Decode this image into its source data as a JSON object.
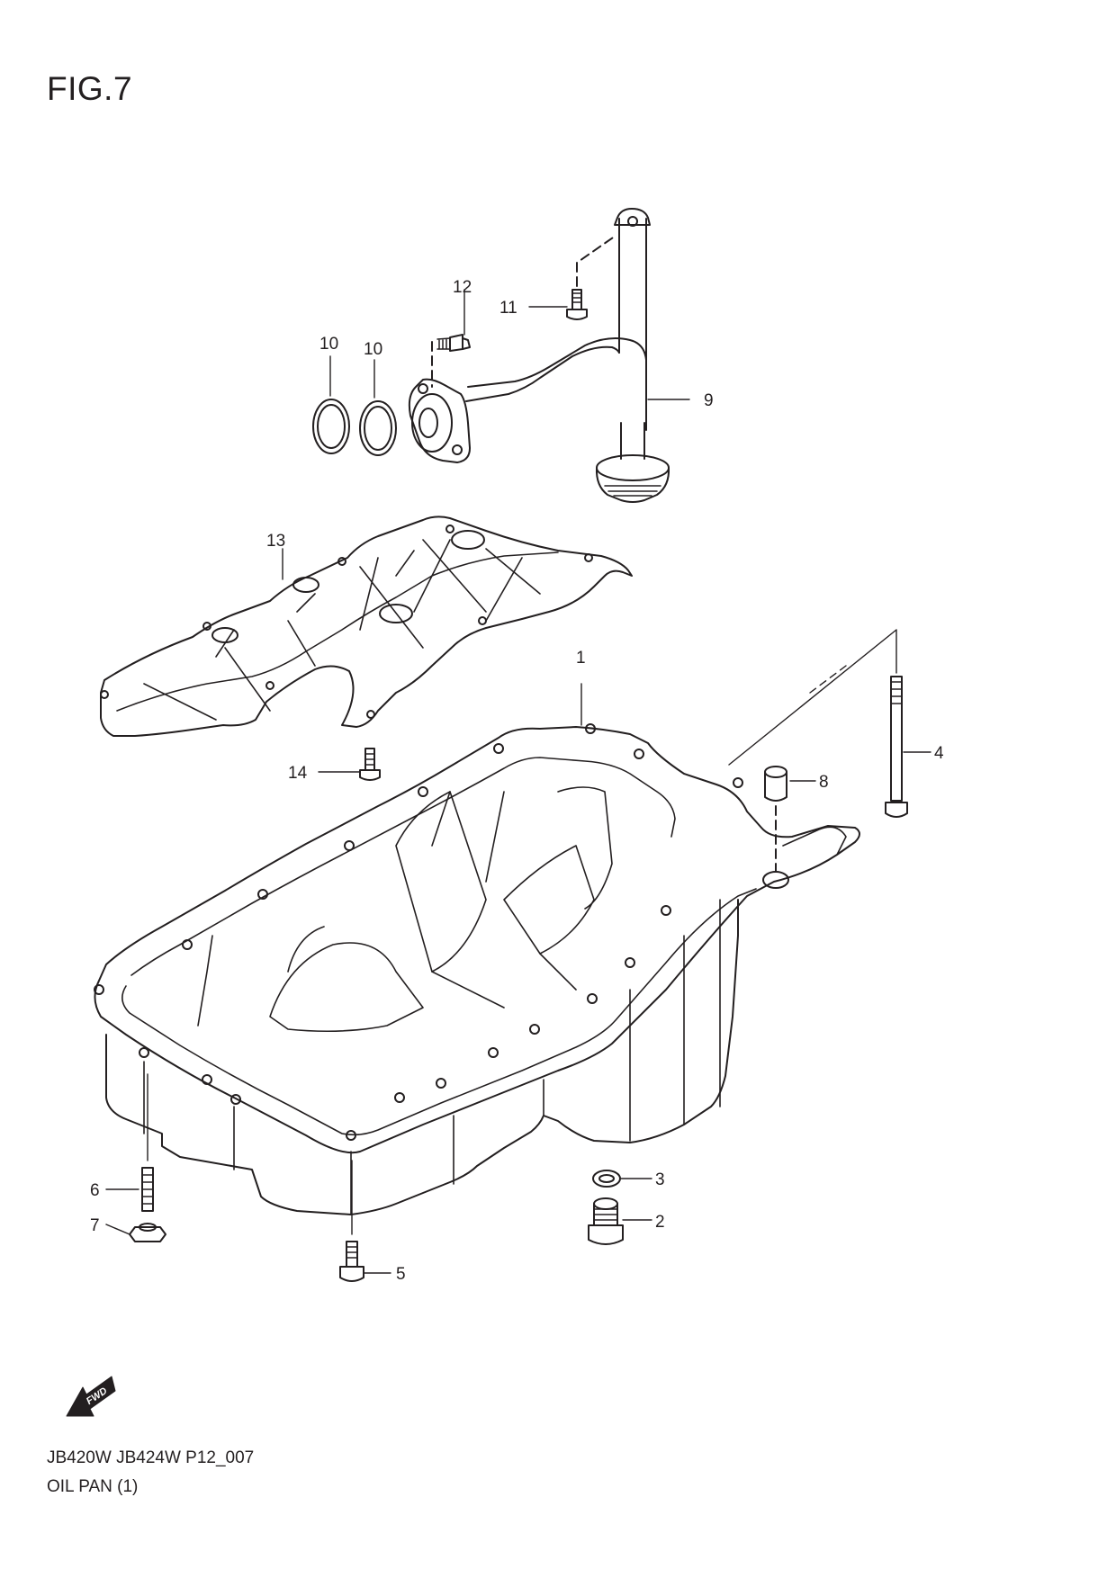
{
  "figure_title": "FIG.7",
  "callouts": {
    "c1": "1",
    "c2": "2",
    "c3": "3",
    "c4": "4",
    "c5": "5",
    "c6": "6",
    "c7": "7",
    "c8": "8",
    "c9": "9",
    "c10a": "10",
    "c10b": "10",
    "c11": "11",
    "c12": "12",
    "c13": "13",
    "c14": "14"
  },
  "fwd_label": "FWD",
  "caption": {
    "code": "JB420W JB424W P12_007",
    "name": "OIL PAN (1)"
  },
  "colors": {
    "line": "#231f20",
    "background": "#ffffff"
  }
}
